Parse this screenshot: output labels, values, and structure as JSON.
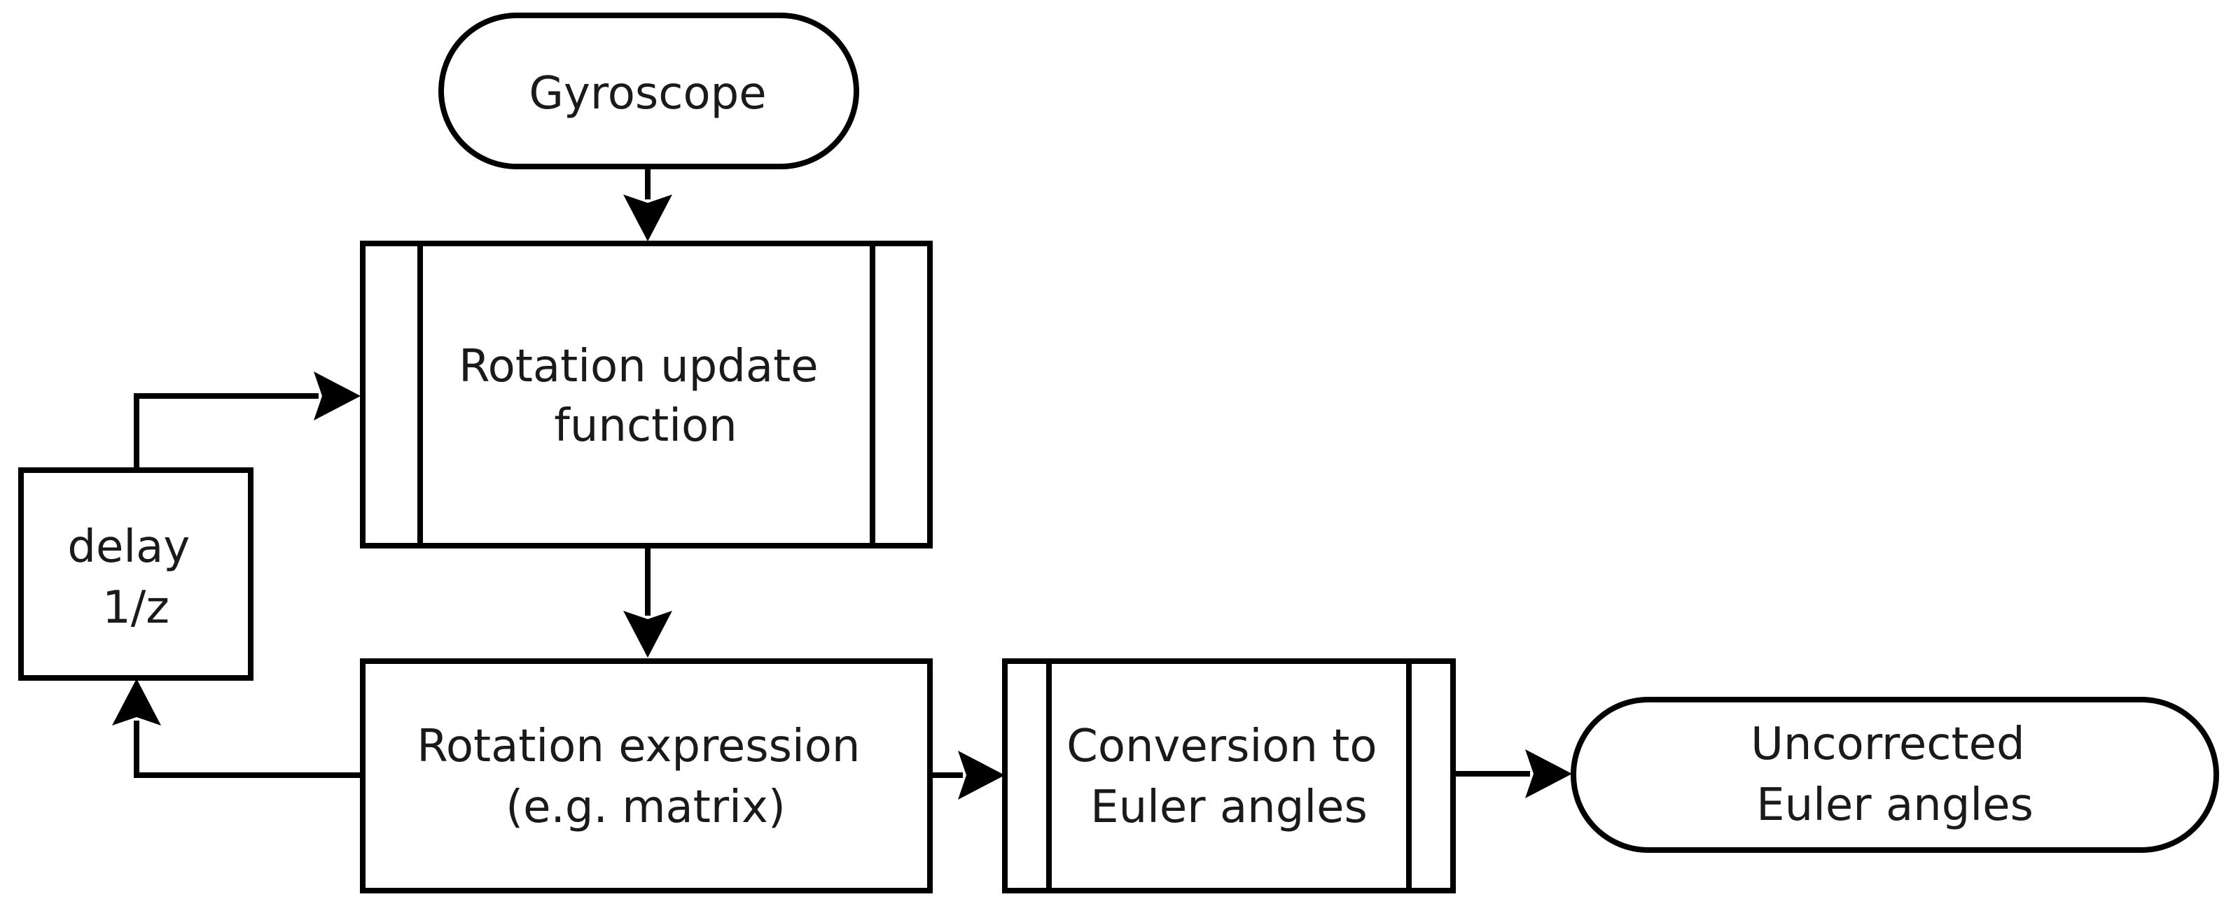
{
  "nodes": {
    "gyroscope": {
      "lines": [
        "Gyroscope"
      ]
    },
    "rotation_update": {
      "lines": [
        "Rotation update",
        "function"
      ]
    },
    "delay": {
      "lines": [
        "delay",
        "1/z"
      ]
    },
    "rotation_expression": {
      "lines": [
        "Rotation expression",
        "(e.g. matrix)"
      ]
    },
    "conversion": {
      "lines": [
        "Conversion to",
        "Euler angles"
      ]
    },
    "uncorrected": {
      "lines": [
        "Uncorrected",
        "Euler angles"
      ]
    }
  },
  "colors": {
    "stroke": "#000000",
    "fill": "#ffffff",
    "text": "#1a1a1a"
  }
}
